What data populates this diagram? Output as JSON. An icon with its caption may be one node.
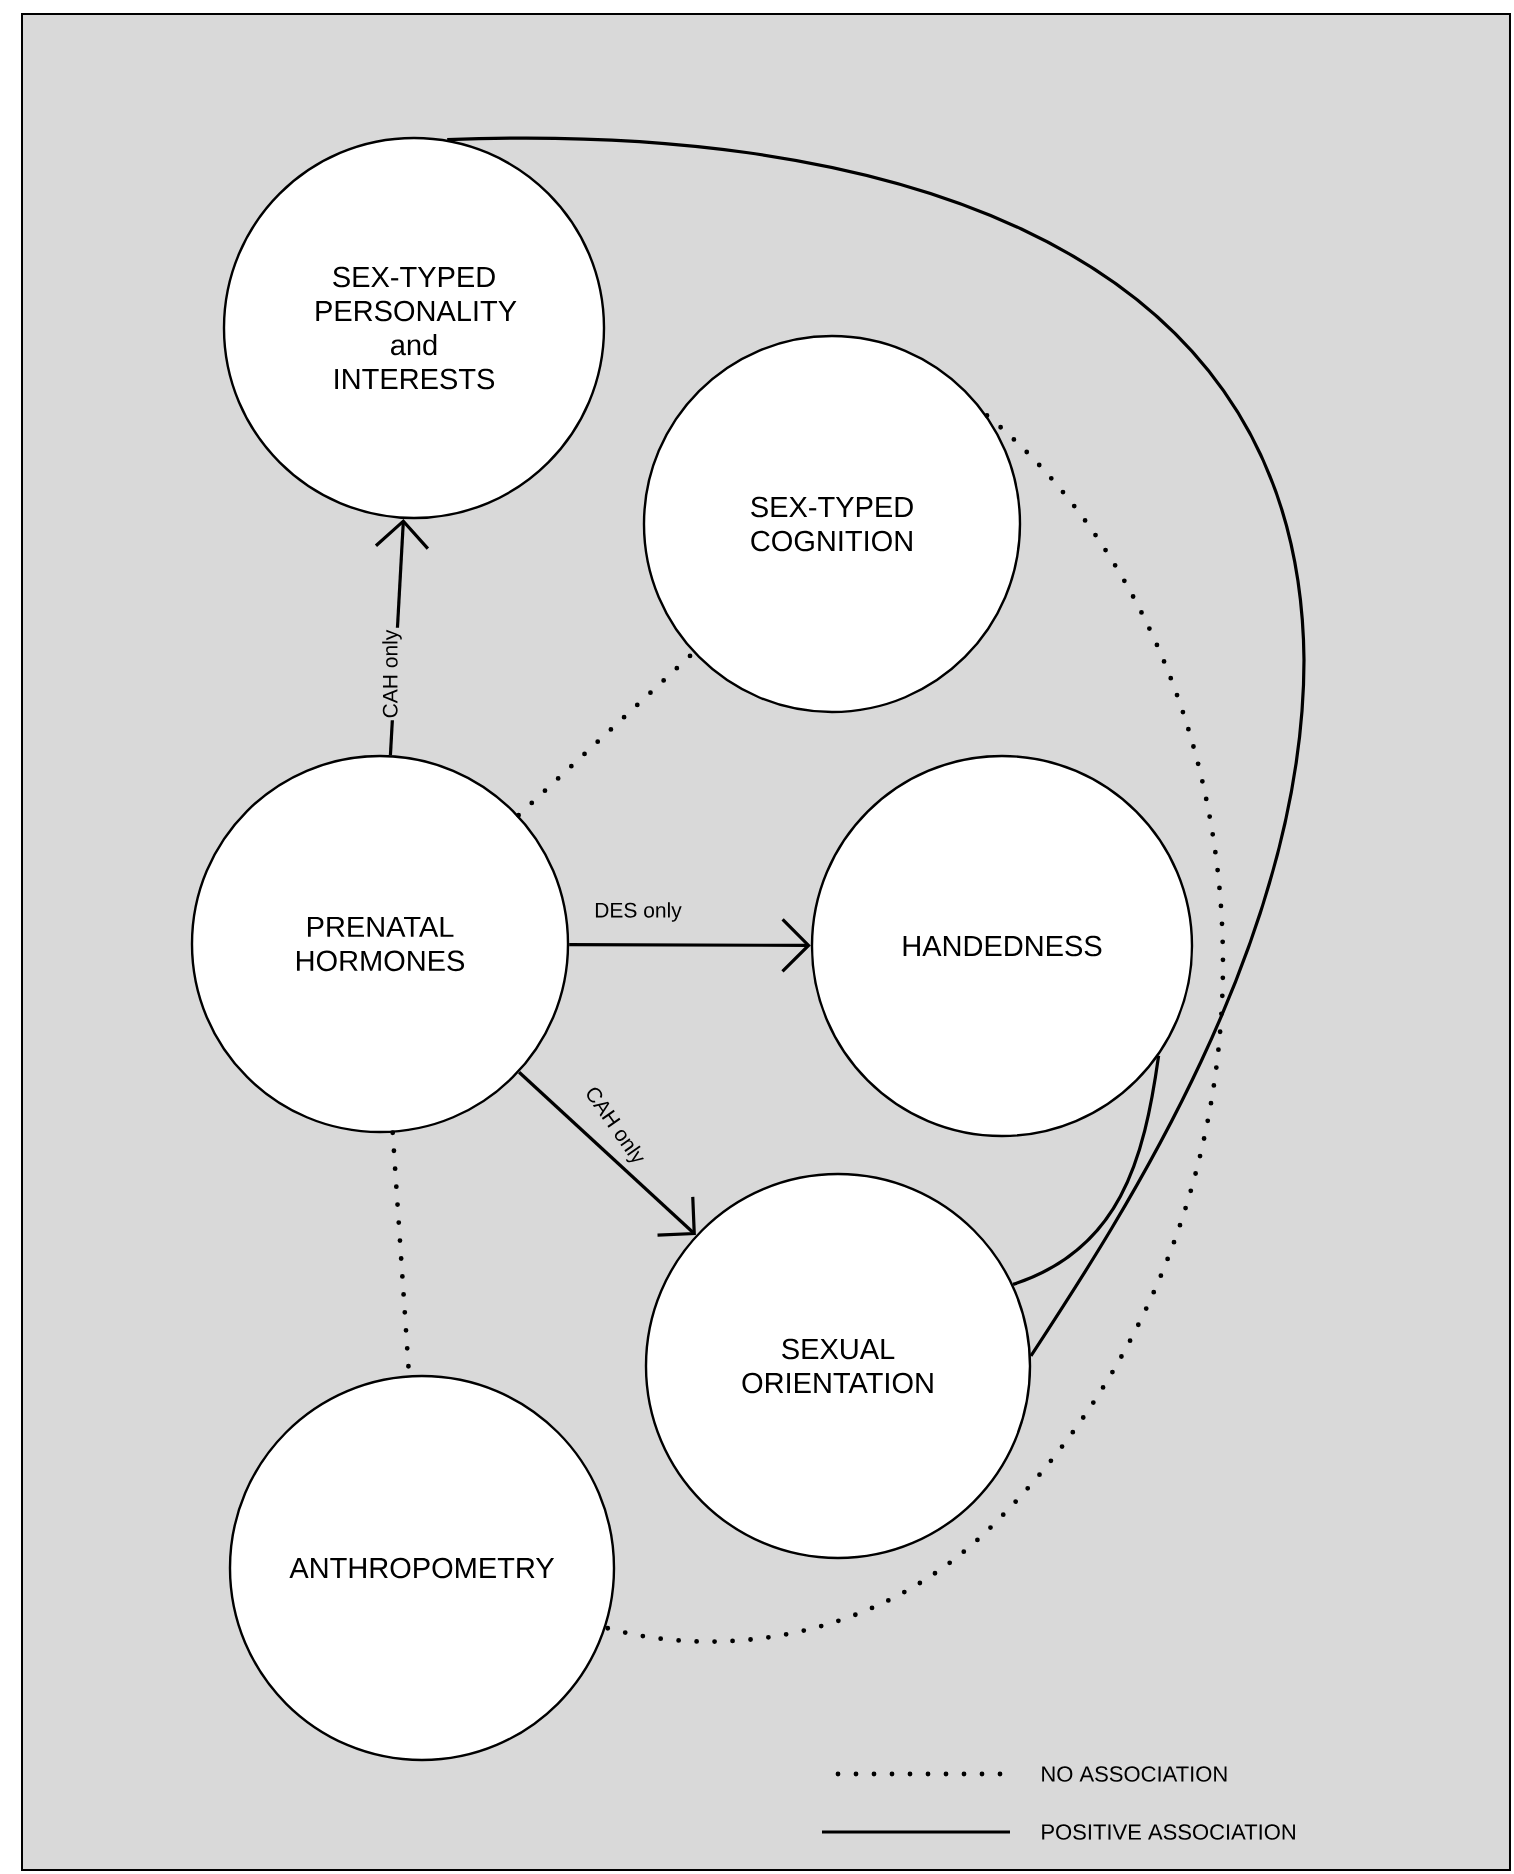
{
  "diagram": {
    "nodes": [
      {
        "text": [
          "SEX-TYPED PERSONALITY and INTERESTS"
        ]
      },
      {
        "text": [
          "SEX-TYPED COGNITION"
        ]
      },
      {
        "text": [
          "PRENATAL HORMONES"
        ]
      },
      {
        "text": [
          "HANDEDNESS"
        ]
      },
      {
        "text": [
          "SEXUAL ORIENTATION"
        ]
      },
      {
        "text": [
          "ANTHROPOMETRY"
        ]
      }
    ],
    "edges": [
      {
        "from": 2,
        "to": 0,
        "arrow": "to",
        "label": "CAH only"
      },
      {
        "from": 2,
        "to": 3,
        "arrow": "to",
        "label": "DES only"
      },
      {
        "from": 2,
        "to": 4,
        "arrow": "to",
        "label": "CAH only"
      },
      {
        "from": 2,
        "to": 1,
        "arrow": "none",
        "style": "dashed"
      },
      {
        "from": 2,
        "to": 5,
        "arrow": "none",
        "style": "dashed"
      },
      {
        "from": 3,
        "to": 4,
        "arrow": "none"
      },
      {
        "from": 0,
        "to": 4,
        "arrow": "none"
      },
      {
        "from": 1,
        "to": 5,
        "arrow": "none",
        "style": "dashed"
      }
    ],
    "legend": [
      {
        "text": "NO ASSOCIATION"
      },
      {
        "text": "POSITIVE ASSOCIATION"
      }
    ]
  }
}
